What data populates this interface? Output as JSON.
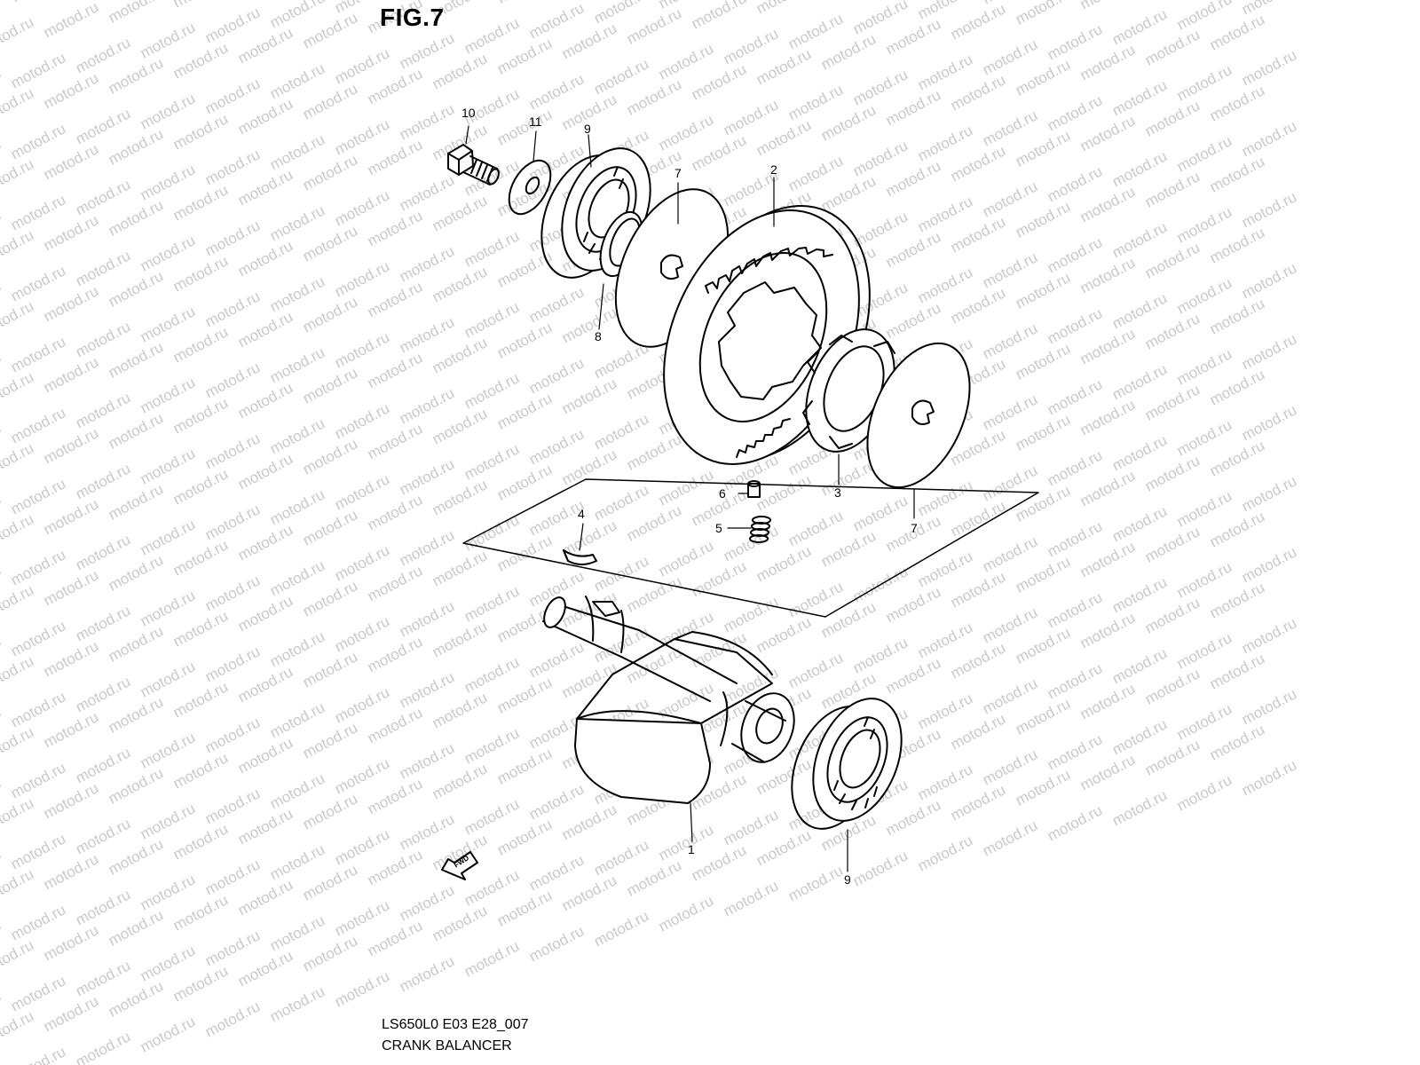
{
  "figure": {
    "title": "FIG.7"
  },
  "watermark": {
    "text": "motod.ru",
    "color": "#c9c9c9"
  },
  "callouts": {
    "c1": "1",
    "c2": "2",
    "c3": "3",
    "c4": "4",
    "c5": "5",
    "c6": "6",
    "c7a": "7",
    "c7b": "7",
    "c8": "8",
    "c9a": "9",
    "c9b": "9",
    "c10": "10",
    "c11": "11"
  },
  "fwd_label": "FWD",
  "footer": {
    "code": "LS650L0 E03 E28_007",
    "name": "CRANK BALANCER"
  },
  "colors": {
    "line": "#000000",
    "background": "#ffffff"
  }
}
